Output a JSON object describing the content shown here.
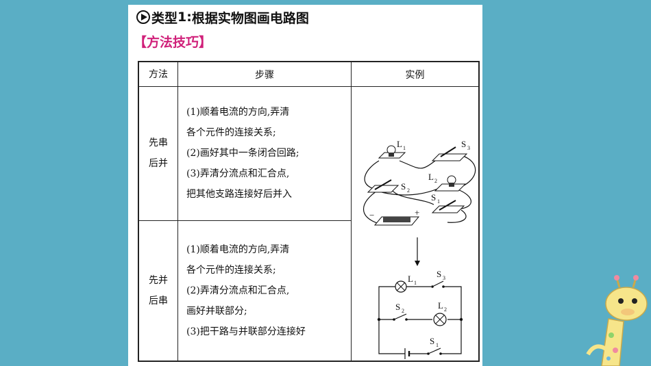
{
  "heading": {
    "prefix": "类型",
    "number": "1",
    "sep": ":",
    "text": "根据实物图画电路图"
  },
  "method_heading": "【方法技巧】",
  "table": {
    "headers": [
      "方法",
      "步骤",
      "实例"
    ],
    "rows": [
      {
        "method_lines": [
          "先串",
          "后并"
        ],
        "steps": [
          "(1)顺着电流的方向,弄清",
          "各个元件的连接关系;",
          "(2)画好其中一条闭合回路;",
          "(3)弄清分流点和汇合点,",
          "把其他支路连接好后并入"
        ]
      },
      {
        "method_lines": [
          "先并",
          "后串"
        ],
        "steps": [
          "(1)顺着电流的方向,弄清",
          "各个元件的连接关系;",
          "(2)弄清分流点和汇合点,",
          "画好并联部分;",
          "(3)把干路与并联部分连接好"
        ]
      }
    ]
  },
  "example_labels": {
    "L1": "L",
    "L1_sub": "1",
    "L2": "L",
    "L2_sub": "2",
    "S1": "S",
    "S1_sub": "1",
    "S2": "S",
    "S2_sub": "2",
    "S3": "S",
    "S3_sub": "3",
    "minus": "−",
    "plus": "+"
  },
  "colors": {
    "background": "#5aaec5",
    "accent": "#d0217a"
  }
}
